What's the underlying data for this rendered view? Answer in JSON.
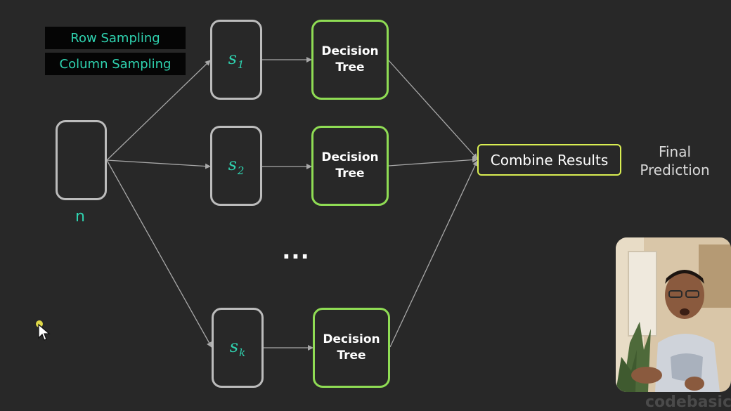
{
  "legend": {
    "row_sampling": "Row Sampling",
    "column_sampling": "Column Sampling"
  },
  "input": {
    "label": "n"
  },
  "samples": [
    {
      "symbol": "s",
      "subscript": "1"
    },
    {
      "symbol": "s",
      "subscript": "2"
    },
    {
      "symbol": "s",
      "subscript": "k"
    }
  ],
  "trees": [
    {
      "line1": "Decision",
      "line2": "Tree"
    },
    {
      "line1": "Decision",
      "line2": "Tree"
    },
    {
      "line1": "Decision",
      "line2": "Tree"
    }
  ],
  "ellipsis": "...",
  "combine": {
    "label": "Combine Results"
  },
  "output": {
    "line1": "Final",
    "line2": "Prediction"
  },
  "watermark": "codebasics",
  "colors": {
    "background": "#282828",
    "accent_teal": "#2fd3b0",
    "tree_border": "#8fdc54",
    "combine_border": "#d9ee52",
    "sample_border": "#bcbcbc",
    "edge": "#a8a8a8"
  }
}
